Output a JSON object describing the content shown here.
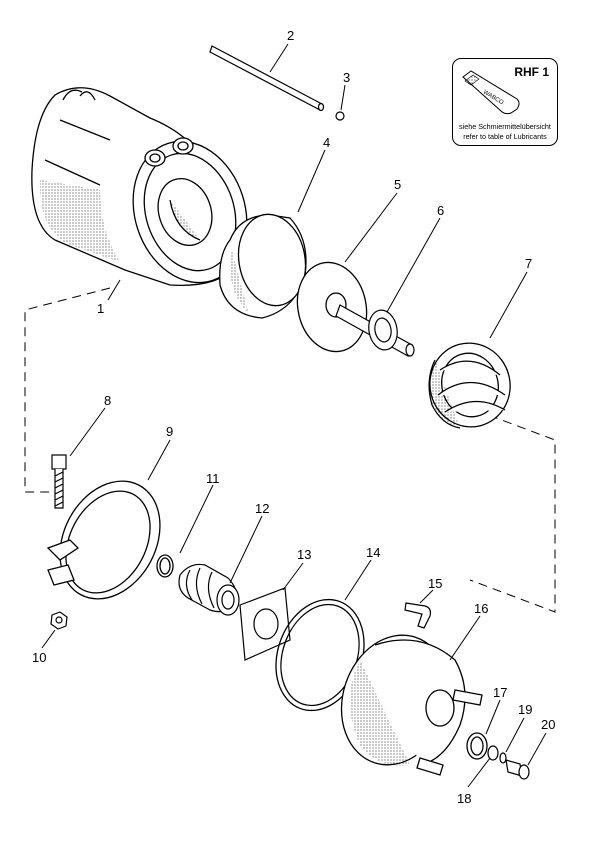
{
  "diagram": {
    "callouts": [
      "1",
      "2",
      "3",
      "4",
      "5",
      "6",
      "7",
      "8",
      "9",
      "10",
      "11",
      "12",
      "13",
      "14",
      "15",
      "16",
      "17",
      "18",
      "19",
      "20"
    ],
    "lubricant_box": {
      "title": "RHF 1",
      "tube_label": "WABCO",
      "line1": "siehe Schmiermittelübersicht",
      "line2": "refer to table of Lubricants"
    }
  }
}
